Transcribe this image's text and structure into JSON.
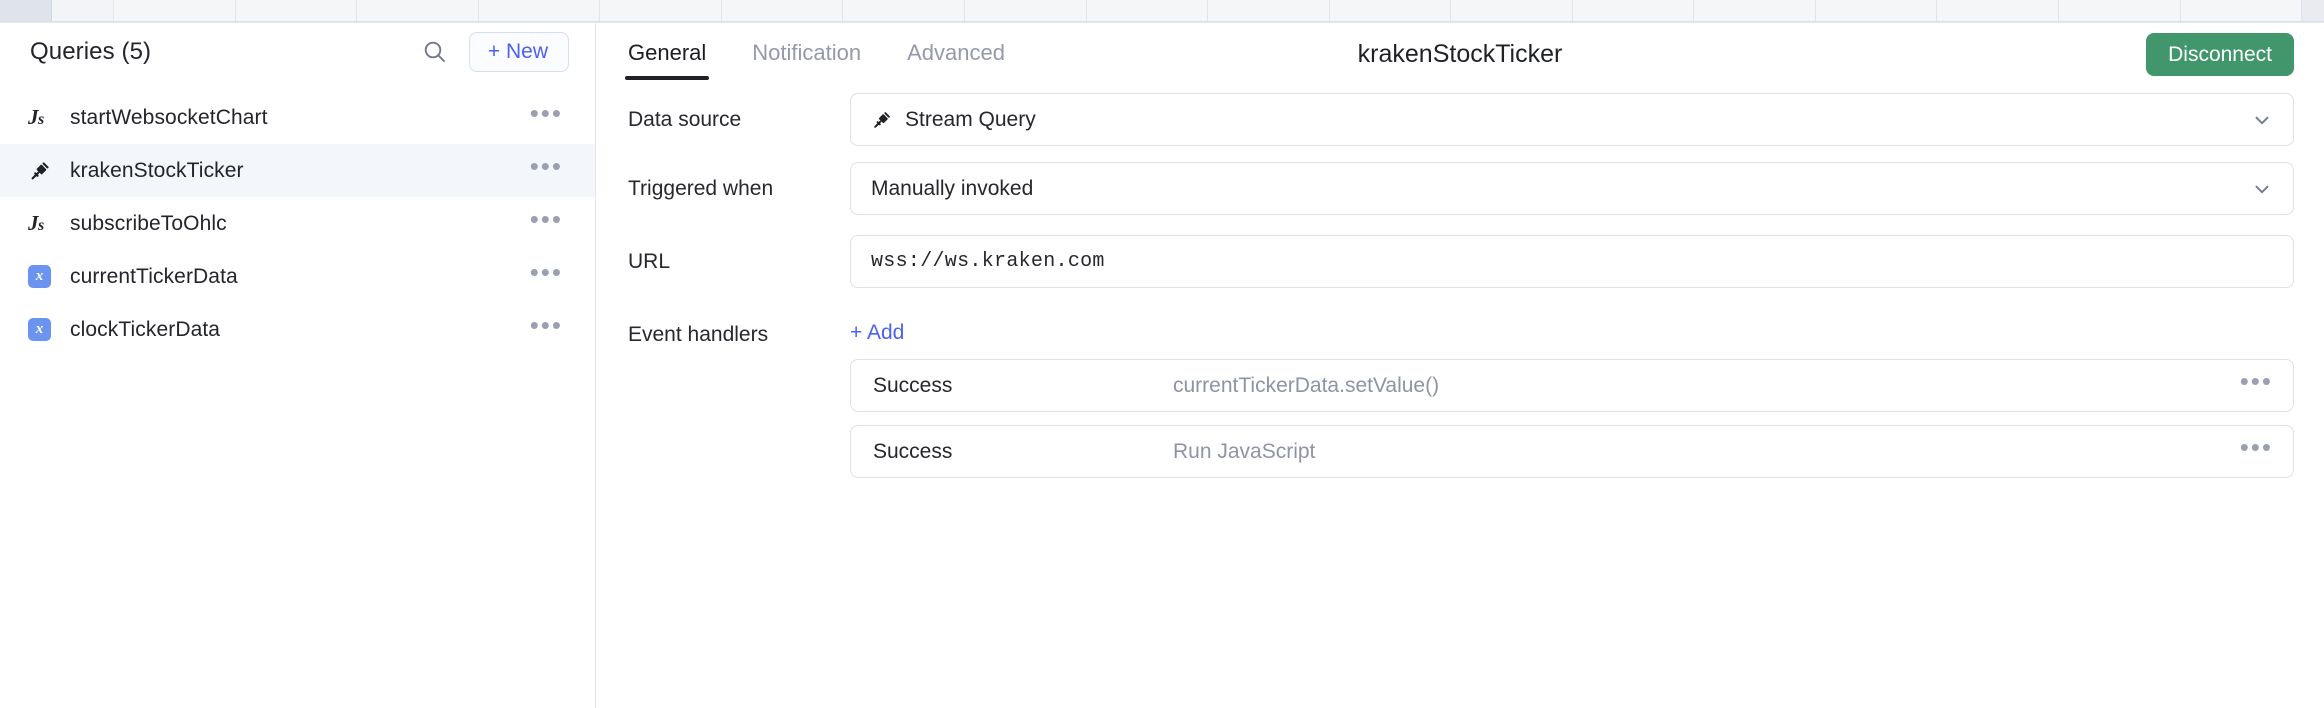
{
  "sidebar": {
    "title": "Queries (5)",
    "search_icon": "search-icon",
    "new_button": "+ New",
    "items": [
      {
        "label": "startWebsocketChart",
        "icon": "js-icon",
        "menu": "•••",
        "selected": false
      },
      {
        "label": "krakenStockTicker",
        "icon": "plug-icon",
        "menu": "•••",
        "selected": true
      },
      {
        "label": "subscribeToOhlc",
        "icon": "js-icon",
        "menu": "•••",
        "selected": false
      },
      {
        "label": "currentTickerData",
        "icon": "variable-x-icon",
        "menu": "•••",
        "selected": false
      },
      {
        "label": "clockTickerData",
        "icon": "variable-x-icon",
        "menu": "•••",
        "selected": false
      }
    ]
  },
  "header": {
    "tabs": [
      {
        "label": "General",
        "active": true
      },
      {
        "label": "Notification",
        "active": false
      },
      {
        "label": "Advanced",
        "active": false
      }
    ],
    "title": "krakenStockTicker",
    "disconnect_label": "Disconnect"
  },
  "form": {
    "data_source": {
      "label": "Data source",
      "value": "Stream Query",
      "icon": "plug-icon",
      "chevron": "chevron-down-icon"
    },
    "triggered_when": {
      "label": "Triggered when",
      "value": "Manually invoked",
      "chevron": "chevron-down-icon"
    },
    "url": {
      "label": "URL",
      "value": "wss://ws.kraken.com",
      "placeholder": "wss://"
    },
    "event_handlers": {
      "label": "Event handlers",
      "add_label": "+ Add",
      "rows": [
        {
          "event": "Success",
          "action": "currentTickerData.setValue()",
          "menu": "•••"
        },
        {
          "event": "Success",
          "action": "Run JavaScript",
          "menu": "•••"
        }
      ]
    }
  },
  "colors": {
    "accent_blue": "#4b62f0",
    "disconnect_green": "#41976b",
    "selected_row": "#f3f6fb",
    "variable_icon_blue": "#6b93f0",
    "muted_text": "#8e93a6"
  }
}
